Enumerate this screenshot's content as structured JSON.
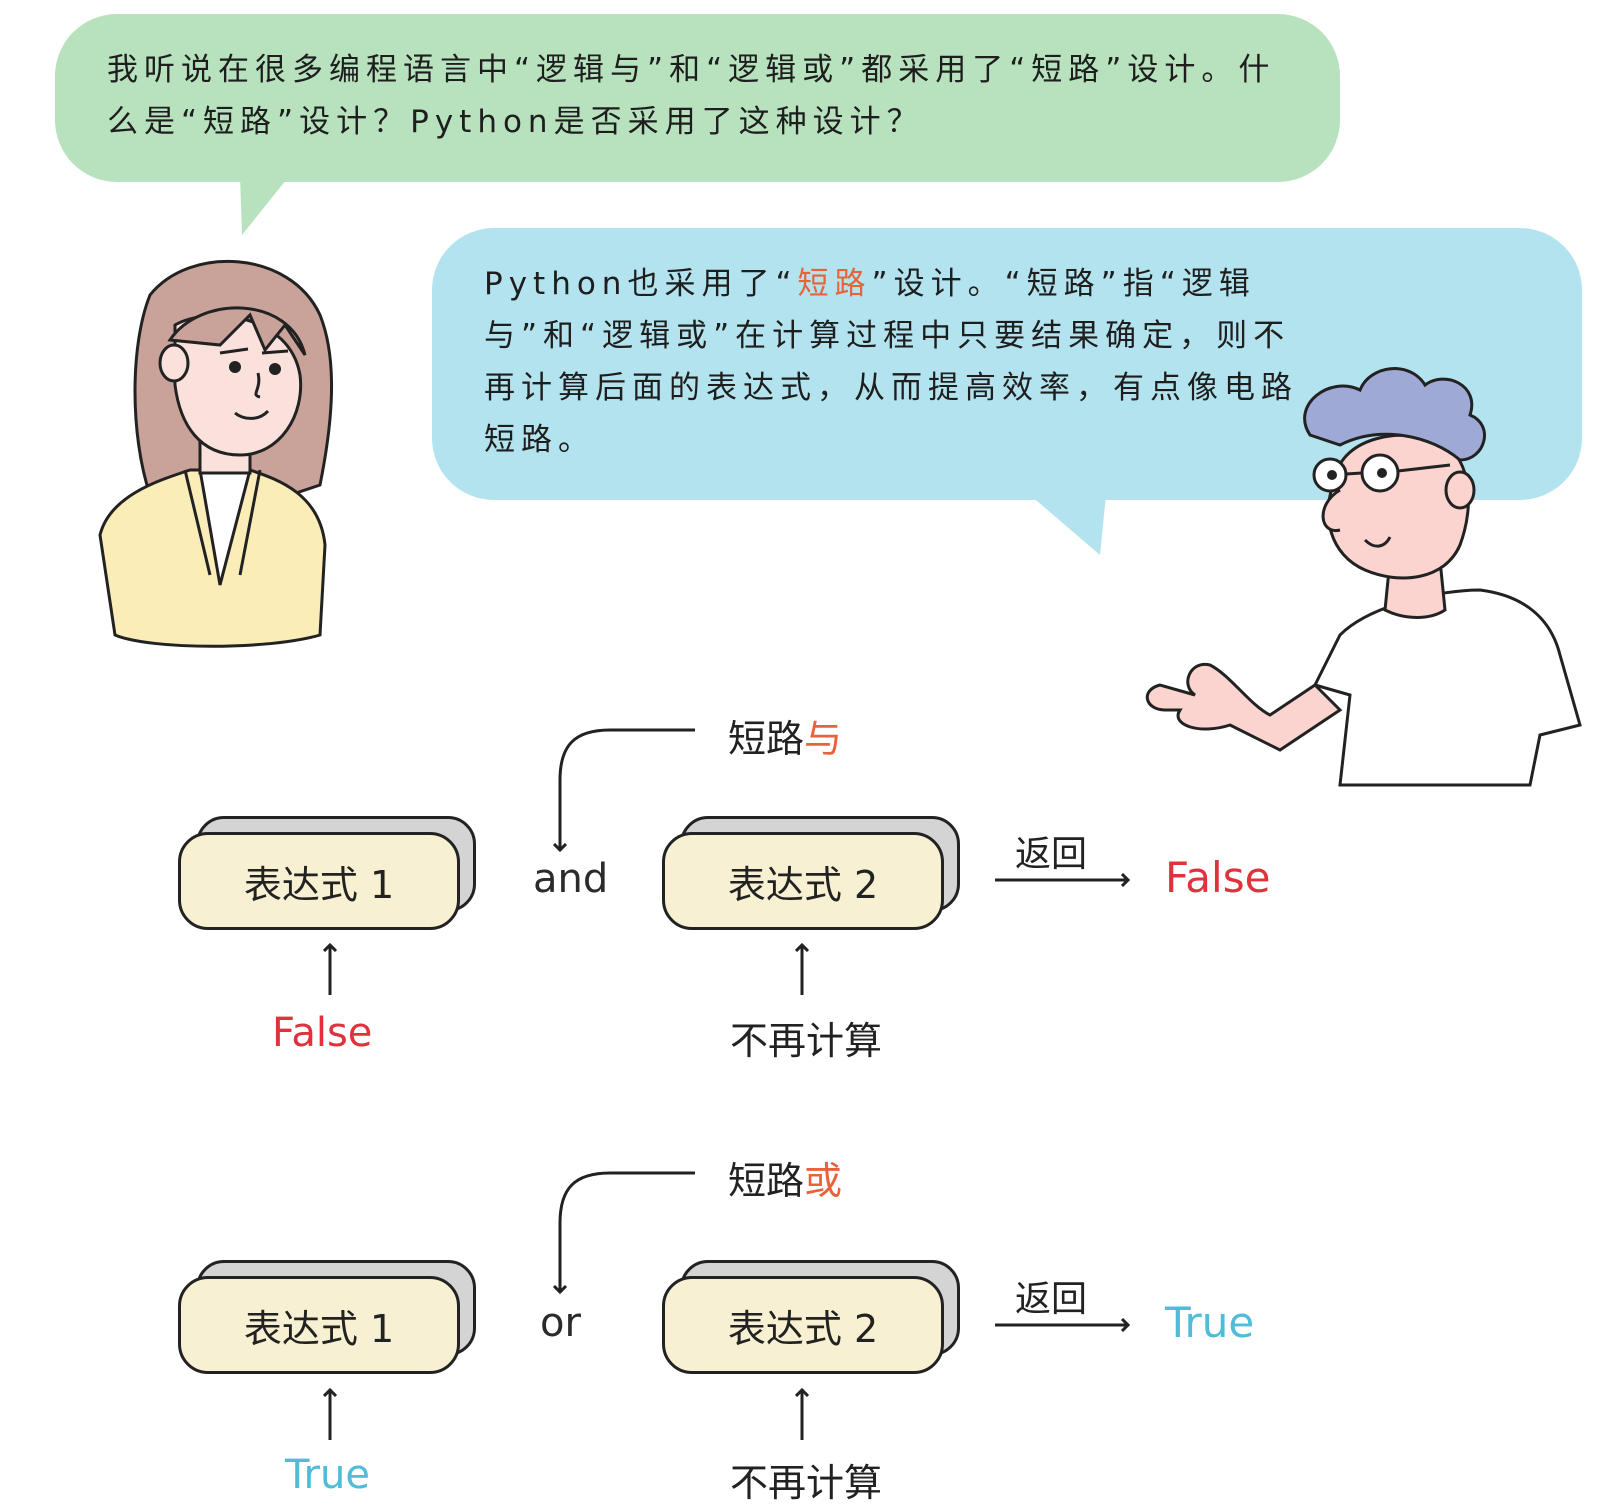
{
  "woman_speech": "我听说在很多编程语言中“逻辑与”和“逻辑或”都采用了“短路”设计。什么是“短路”设计？Python是否采用了这种设计？",
  "man_speech": {
    "part1": "Python也采用了“",
    "highlight": "短路",
    "part2": "”设计。“短路”指“逻辑与”和“逻辑或”在计算过程中只要结果确定，则不再计算后面的表达式，从而提高效率，有点像电路短路。"
  },
  "and_section": {
    "caption_prefix": "短路",
    "caption_highlight": "与",
    "expr1": "表达式 1",
    "operator": "and",
    "expr2": "表达式 2",
    "return_label": "返回",
    "result": "False",
    "expr1_value": "False",
    "expr2_note": "不再计算"
  },
  "or_section": {
    "caption_prefix": "短路",
    "caption_highlight": "或",
    "expr1": "表达式 1",
    "operator": "or",
    "expr2": "表达式 2",
    "return_label": "返回",
    "result": "True",
    "expr1_value": "True",
    "expr2_note": "不再计算"
  },
  "colors": {
    "green_bubble": "#b7e2bd",
    "blue_bubble": "#b3e3ee",
    "highlight": "#e8633b",
    "false_red": "#e0323c",
    "true_cyan": "#4fbcd8",
    "box_fill": "#f7f0d2"
  }
}
